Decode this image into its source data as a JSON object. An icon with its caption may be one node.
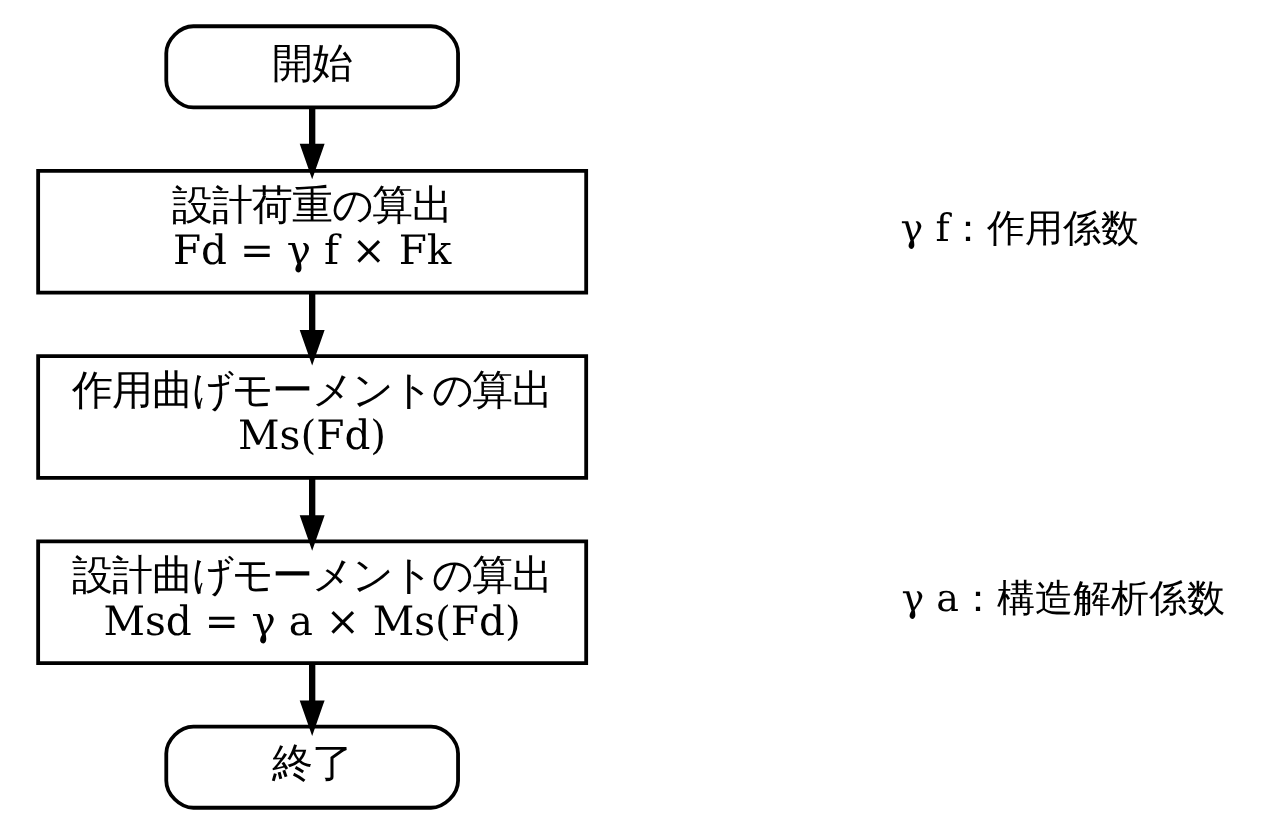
{
  "diagram": {
    "nodes": [
      {
        "text": [
          "開始"
        ]
      },
      {
        "text": [
          "設計荷重の算出",
          "Fd = γ f × Fk"
        ]
      },
      {
        "text": [
          "作用曲げモーメントの算出",
          "Ms(Fd)"
        ]
      },
      {
        "text": [
          "設計曲げモーメントの算出",
          "Msd = γ a × Ms(Fd)"
        ]
      },
      {
        "text": [
          "終了"
        ]
      }
    ],
    "edges": [
      {
        "from": 0,
        "to": 1,
        "arrow": "to"
      },
      {
        "from": 1,
        "to": 2,
        "arrow": "to"
      },
      {
        "from": 2,
        "to": 3,
        "arrow": "to"
      },
      {
        "from": 3,
        "to": 4,
        "arrow": "to"
      }
    ],
    "labels": [
      "γ f：作用係数",
      "γ a：構造解析係数"
    ]
  }
}
